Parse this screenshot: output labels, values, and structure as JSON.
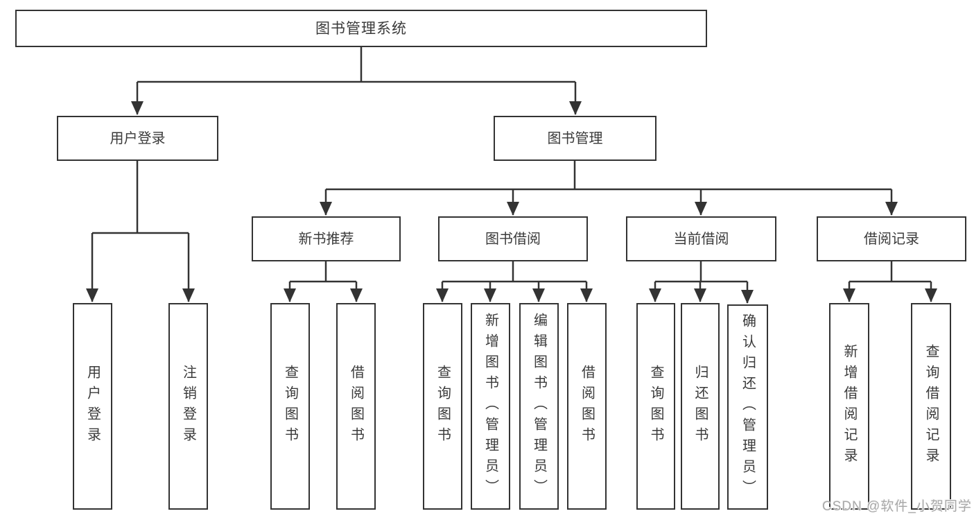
{
  "diagram": {
    "root": {
      "label": "图书管理系统"
    },
    "branches": [
      {
        "label": "用户登录",
        "children": [
          {
            "label": "用户登录"
          },
          {
            "label": "注销登录"
          }
        ]
      },
      {
        "label": "图书管理",
        "children": [
          {
            "label": "新书推荐",
            "children": [
              {
                "label": "查询图书"
              },
              {
                "label": "借阅图书"
              }
            ]
          },
          {
            "label": "图书借阅",
            "children": [
              {
                "label": "查询图书"
              },
              {
                "label": "新增图书（管理员）"
              },
              {
                "label": "编辑图书（管理员）"
              },
              {
                "label": "借阅图书"
              }
            ]
          },
          {
            "label": "当前借阅",
            "children": [
              {
                "label": "查询图书"
              },
              {
                "label": "归还图书"
              },
              {
                "label": "确认归还（管理员）"
              }
            ]
          },
          {
            "label": "借阅记录",
            "children": [
              {
                "label": "新增借阅记录"
              },
              {
                "label": "查询借阅记录"
              }
            ]
          }
        ]
      }
    ],
    "watermark": "CSDN @软件_小贺同学",
    "colors": {
      "line": "#333333",
      "box_border": "#333333",
      "box_fill": "#ffffff",
      "text": "#3a3a3a",
      "watermark": "#a8a8a8"
    }
  }
}
